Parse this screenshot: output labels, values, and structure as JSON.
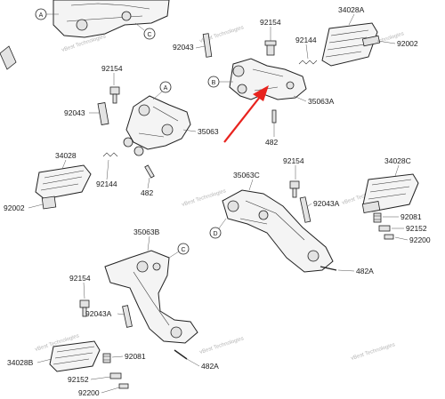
{
  "callouts": {
    "A": "A",
    "B": "B",
    "C": "C",
    "D": "D"
  },
  "labels": {
    "top_92154": "92154",
    "top_92043": "92043",
    "top_34028A": "34028A",
    "top_92144": "92144",
    "top_92002": "92002",
    "top_35063A": "35063A",
    "top_482": "482",
    "left_92154": "92154",
    "left_92043": "92043",
    "left_35063": "35063",
    "left_34028": "34028",
    "left_92144": "92144",
    "left_482": "482",
    "left_92002": "92002",
    "right_35063C": "35063C",
    "right_92154": "92154",
    "right_34028C": "34028C",
    "right_92043A": "92043A",
    "right_92081": "92081",
    "right_92152": "92152",
    "right_92200": "92200",
    "right_482A": "482A",
    "bottom_35063B": "35063B",
    "bottom_92154": "92154",
    "bottom_92043A": "92043A",
    "bottom_34028B": "34028B",
    "bottom_92081": "92081",
    "bottom_92152": "92152",
    "bottom_92200": "92200",
    "bottom_482A": "482A"
  },
  "watermark": {
    "line1": "vBest Technologies",
    "line2": "vBest Technologies"
  },
  "colors": {
    "annotation_arrow": "#e8231e",
    "line": "#222222"
  }
}
